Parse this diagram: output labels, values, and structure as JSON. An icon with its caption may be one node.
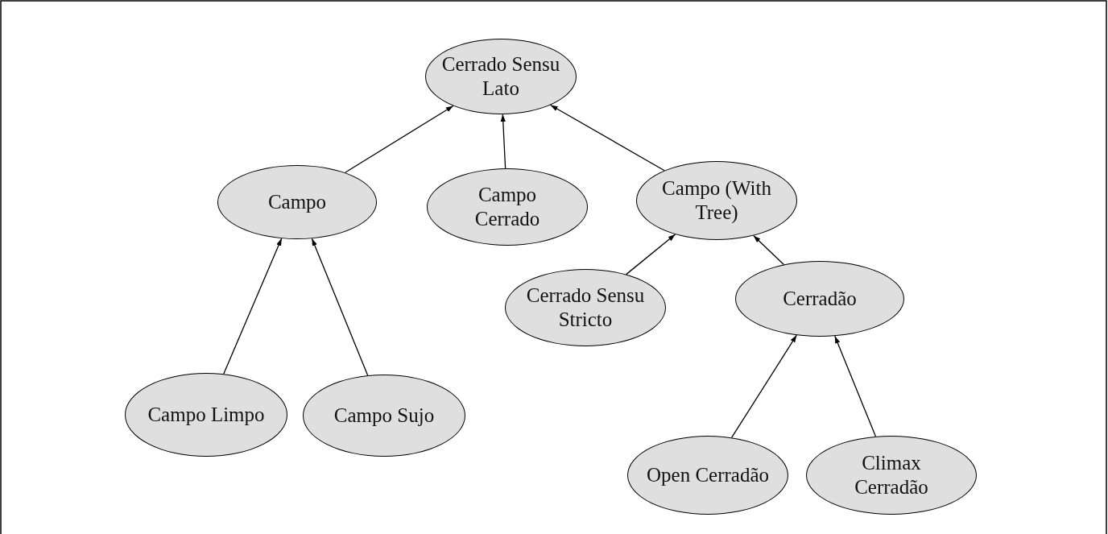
{
  "diagram": {
    "nodes": [
      {
        "text": [
          "Cerrado Sensu Lato"
        ]
      },
      {
        "text": [
          "Campo"
        ]
      },
      {
        "text": [
          "Campo Cerrado"
        ]
      },
      {
        "text": [
          "Campo (With Tree)"
        ]
      },
      {
        "text": [
          "Cerrado Sensu Stricto"
        ]
      },
      {
        "text": [
          "Cerradão"
        ]
      },
      {
        "text": [
          "Campo Limpo"
        ]
      },
      {
        "text": [
          "Campo Sujo"
        ]
      },
      {
        "text": [
          "Open Cerradão"
        ]
      },
      {
        "text": [
          "Climax Cerradão"
        ]
      }
    ],
    "edges": [
      {
        "from": 1,
        "to": 0,
        "arrow": "to"
      },
      {
        "from": 2,
        "to": 0,
        "arrow": "to"
      },
      {
        "from": 3,
        "to": 0,
        "arrow": "to"
      },
      {
        "from": 6,
        "to": 1,
        "arrow": "to"
      },
      {
        "from": 7,
        "to": 1,
        "arrow": "to"
      },
      {
        "from": 4,
        "to": 3,
        "arrow": "to"
      },
      {
        "from": 5,
        "to": 3,
        "arrow": "to"
      },
      {
        "from": 8,
        "to": 5,
        "arrow": "to"
      },
      {
        "from": 9,
        "to": 5,
        "arrow": "to"
      }
    ]
  }
}
